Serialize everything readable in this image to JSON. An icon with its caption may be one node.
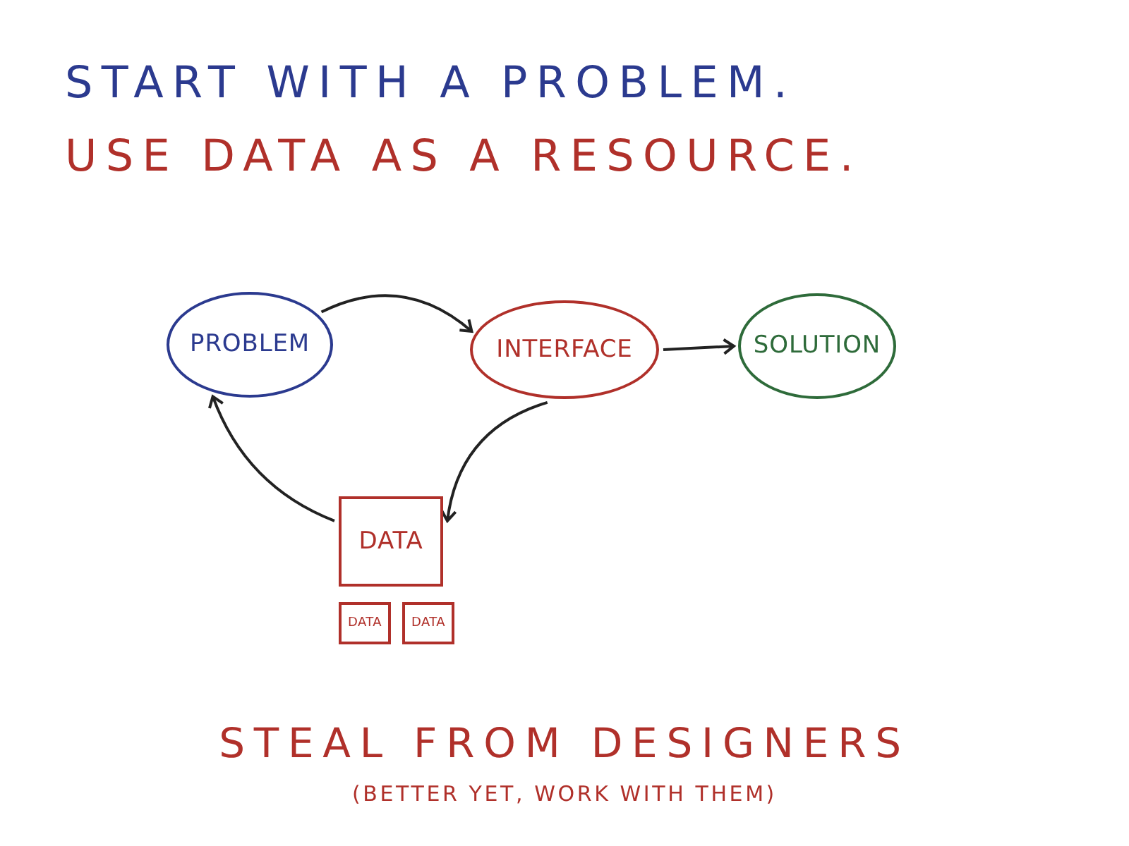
{
  "diagram": {
    "nodes": [
      {
        "text": [
          "PROBLEM"
        ]
      },
      {
        "text": [
          "INTERFACE"
        ]
      },
      {
        "text": [
          "SOLUTION"
        ]
      },
      {
        "text": [
          "DATA"
        ]
      },
      {
        "text": [
          "DATA"
        ]
      },
      {
        "text": [
          "DATA"
        ]
      }
    ],
    "edges": [
      {
        "from": 0,
        "to": 1,
        "arrow": "to"
      },
      {
        "from": 1,
        "to": 2,
        "arrow": "to"
      },
      {
        "from": 1,
        "to": 3,
        "arrow": "to"
      },
      {
        "from": 3,
        "to": 0,
        "arrow": "to"
      }
    ],
    "labels": [
      "START WITH A PROBLEM.",
      "USE DATA AS A RESOURCE.",
      "STEAL FROM DESIGNERS",
      "(BETTER YET, WORK WITH THEM)"
    ]
  }
}
